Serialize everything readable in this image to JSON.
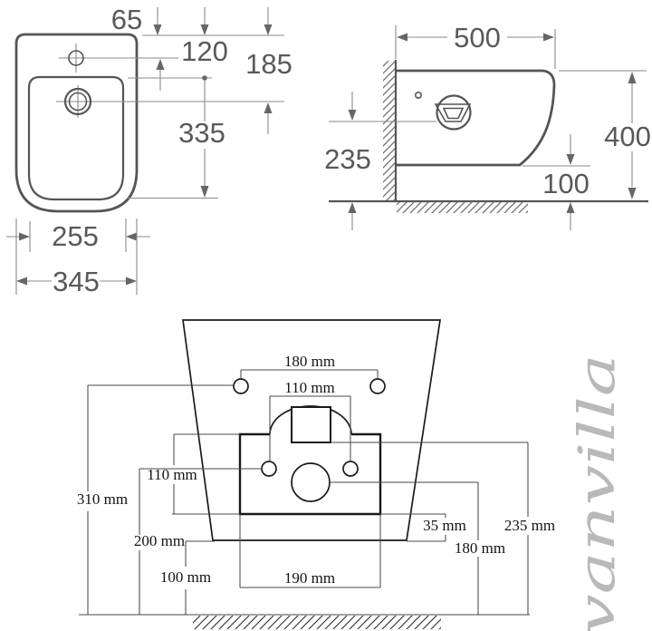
{
  "watermark": {
    "text": "vanvilla",
    "color": "#b9b9b9"
  },
  "palette": {
    "top_views_line": "#555555",
    "top_views_text": "#595959",
    "dim_line": "#8a8a8a",
    "rear_view_line": "#1a1a1a",
    "rear_view_text": "#141414"
  },
  "top_view": {
    "dim_faucet_offset": "65",
    "dim_hole_distance": "120",
    "dim_spray_offset": "185",
    "dim_bowl_depth": "335",
    "dim_inner_width": "255",
    "dim_overall_width": "345"
  },
  "side_view": {
    "dim_depth": "500",
    "dim_drain_to_floor": "235",
    "dim_height": "400",
    "dim_underside_to_floor": "100"
  },
  "rear_view": {
    "dim_fixing_hole_spacing": "180 mm",
    "dim_inlet_hole_spacing": "110 mm",
    "dim_plate_height": "110 mm",
    "dim_fixing_holes_to_floor": "310 mm",
    "dim_inlet_holes_to_floor": "200 mm",
    "dim_body_bottom_to_floor": "100 mm",
    "dim_plate_to_body_bottom": "35 mm",
    "dim_inlet_to_floor": "235 mm",
    "dim_drain_to_floor": "180 mm",
    "dim_plate_width": "190 mm"
  }
}
